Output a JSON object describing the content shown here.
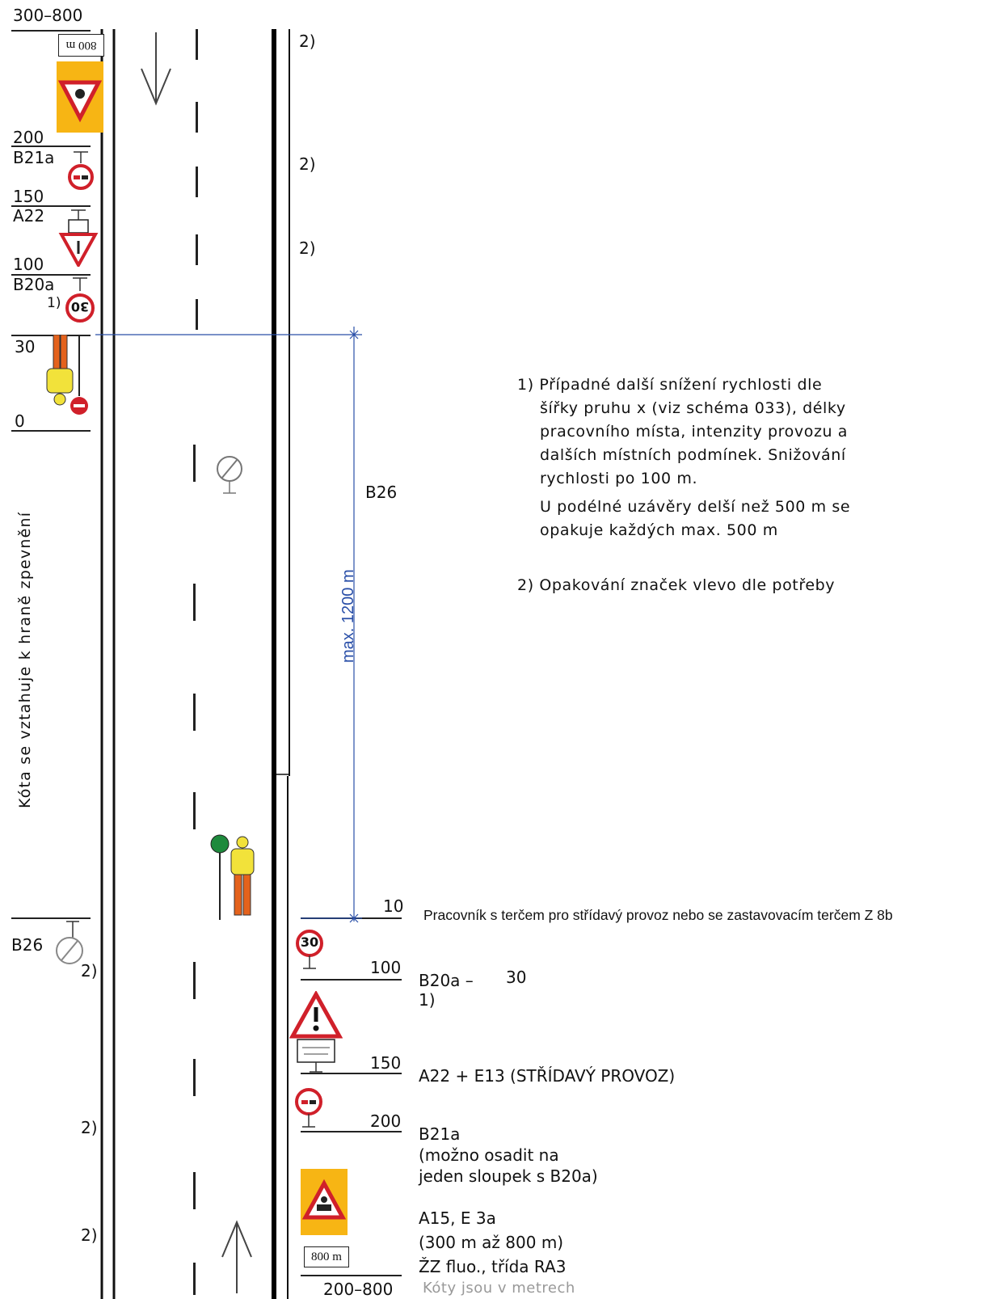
{
  "top_left": {
    "range": "300–800",
    "distance_200": "200",
    "sign_b21a": "B21a",
    "distance_150": "150",
    "sign_a22": "A22",
    "distance_100": "100",
    "sign_b20a": "B20a",
    "note_ref_1": "1)",
    "distance_30": "30",
    "distance_0": "0",
    "plate_800": "800 m",
    "speed_30": "30"
  },
  "left_side": {
    "vertical_note": "Kóta se vztahuje k hraně zpevnění",
    "sign_b26": "B26",
    "ref2_a": "2)",
    "ref2_b": "2)",
    "ref2_c": "2)"
  },
  "right_refs": [
    "2)",
    "2)",
    "2)"
  ],
  "middle": {
    "b26": "B26",
    "max_length": "max. 1200 m",
    "distance_10": "10",
    "worker_caption": "Pracovník s terčem pro střídavý provoz nebo se zastavovacím terčem Z 8b"
  },
  "bottom_right": {
    "distance_100": "100",
    "distance_150": "150",
    "distance_200": "200",
    "range": "200–800",
    "speed_30": "30",
    "plate_800": "800 m",
    "b20a": "B20a  –",
    "b20a_value": "30",
    "b20a_ref": "1)",
    "a22_e13": "A22 + E13 (STŘÍDAVÝ PROVOZ)",
    "b21a_title": "B21a",
    "b21a_note_1": "(možno osadit na",
    "b21a_note_2": "jeden sloupek s B20a)",
    "a15_title": "A15, E 3a",
    "a15_range": "(300 m až 800 m)",
    "a15_color": "ŽZ fluo., třída RA3",
    "units_note": "Kóty jsou v metrech"
  },
  "notes": {
    "note1_l1": "1) Případné další snížení rychlosti dle",
    "note1_l2": "šířky pruhu x (viz schéma 033), délky",
    "note1_l3": "pracovního místa, intenzity provozu a",
    "note1_l4": "dalších místních podmínek. Snižování",
    "note1_l5": "rychlosti po 100 m.",
    "note1_l6": "U podélné uzávěry delší než 500 m se",
    "note1_l7": "opakuje každých max. 500 m",
    "note2": "2) Opakování značek vlevo dle potřeby"
  },
  "colors": {
    "road_line": "#111111",
    "dimension": "#2a4fa8",
    "sign_red": "#d0202a",
    "fluo_yellow": "#f7b514",
    "worker_orange": "#e4621c",
    "vest_yellow": "#f2e23a",
    "signal_green": "#1e8a3c"
  }
}
